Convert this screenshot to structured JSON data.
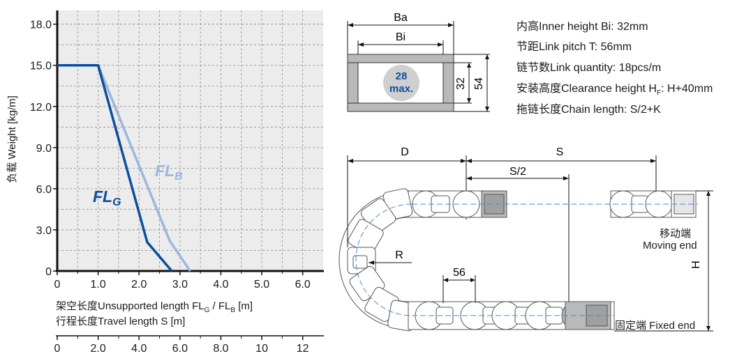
{
  "chart_data": {
    "type": "line",
    "ylabel": "负载 Weight [kg/m]",
    "y_ticks": [
      "0",
      "3.0",
      "6.0",
      "9.0",
      "12.0",
      "15.0",
      "18.0"
    ],
    "x_ticks": [
      "0",
      "1.0",
      "2.0",
      "3.0",
      "4.0",
      "5.0",
      "6.0"
    ],
    "xlabel_parts": [
      "架空长度Unsupported length FL",
      "G",
      " / FL",
      "B",
      " [m]"
    ],
    "xlabel2": "行程长度Travel length S [m]",
    "x2_ticks": [
      "0",
      "2.0",
      "4.0",
      "6.0",
      "8.0",
      "10",
      "12"
    ],
    "xlim": [
      0,
      6.5
    ],
    "ylim": [
      0,
      19.0
    ],
    "x2lim": [
      0,
      13
    ],
    "grid": true,
    "series": [
      {
        "name_main": "FL",
        "name_sub": "G",
        "color": "#0b4f9c",
        "x": [
          0,
          1.0,
          2.2,
          2.8
        ],
        "y": [
          15.0,
          15.0,
          2.1,
          0
        ]
      },
      {
        "name_main": "FL",
        "name_sub": "B",
        "color": "#9db6dd",
        "x": [
          0,
          1.0,
          2.75,
          3.25
        ],
        "y": [
          15.0,
          15.0,
          2.2,
          0
        ]
      }
    ]
  },
  "cross_section": {
    "ba_label": "Ba",
    "bi_label": "Bi",
    "inner_dim": "32",
    "outer_dim": "54",
    "cable_main": "28",
    "cable_sub": "max."
  },
  "specs": [
    "内高Inner height Bi:   32mm",
    "节距Link pitch T:   56mm",
    "链节数Link quantity:   18pcs/m",
    "安装高度Clearance height H",
    "拖链长度Chain length:   S/2+K"
  ],
  "spec_clearance": {
    "sub": "F",
    "tail": ":   H+40mm"
  },
  "side_view": {
    "d_label": "D",
    "s_label": "S",
    "s2_label": "S/2",
    "r_label": "R",
    "pitch_label": "56",
    "h_label": "H",
    "moving_cn": "移动端",
    "moving_en": "Moving end",
    "fixed_label": "固定端 Fixed end"
  },
  "colors": {
    "fl_g": "#0b4f9c",
    "fl_b": "#9db6dd",
    "plot_bg": "#ececec",
    "link_gray": "#b9b9b9",
    "dash_blue": "#3d8fd8"
  }
}
